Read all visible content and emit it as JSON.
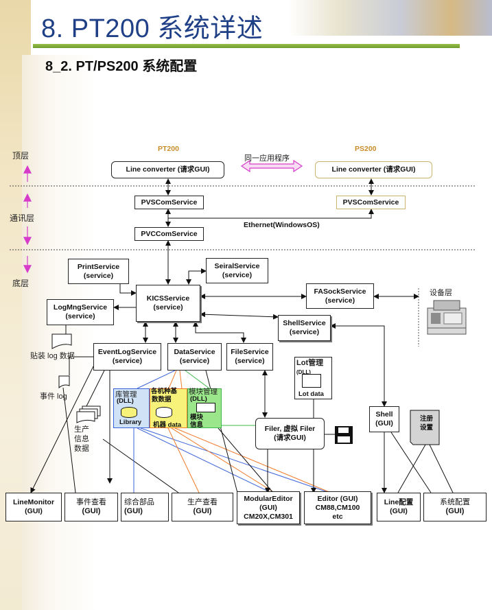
{
  "header": {
    "title": "8. PT200 系统详述",
    "subtitle": "8_2. PT/PS200 系统配置"
  },
  "layers": {
    "top": "顶层",
    "comm": "通讯层",
    "bottom": "底层"
  },
  "top_row": {
    "pt200": "PT200",
    "ps200": "PS200",
    "line_conv_left": "Line converter (请求GUI)",
    "line_conv_right": "Line converter (请求GUI)",
    "same_app": "同一应用程序"
  },
  "comm_row": {
    "pvscom_left": "PVSComService",
    "pvscom_right": "PVSComService",
    "pvccom": "PVCComService",
    "ethernet": "Ethernet(WindowsOS)"
  },
  "services": {
    "print": [
      "PrintService",
      "(service)"
    ],
    "serial": [
      "SeiralService",
      "(service)"
    ],
    "kics": [
      "KICSService",
      "(service)"
    ],
    "fasock": [
      "FASockService",
      "(service)"
    ],
    "logging": [
      "LogMngService",
      "(service)"
    ],
    "shell": [
      "ShellService",
      "(service)"
    ],
    "eventlog": [
      "EventLogService",
      "(service)"
    ],
    "data": [
      "DataService",
      "(service)"
    ],
    "file": [
      "FileService",
      "(service)"
    ]
  },
  "misc": {
    "device_layer": "设备层",
    "mount_log": "贴装 log 数据",
    "event_log": "事件 log",
    "prod_info": [
      "生产",
      "信息",
      "数据"
    ],
    "lib_mgmt": "库管理",
    "dll": "(DLL)",
    "library": "Library",
    "machine_type": "各机种基",
    "data_kind": "数数据",
    "machine_data": "机器 data",
    "module_mgmt": "模块管理",
    "module_dll": "(DLL)",
    "module_data1": "模块",
    "module_data2": "信息",
    "lot_mgmt": "Lot管理",
    "lot_dll": "(DLL)",
    "lot_data": "Lot data",
    "filer": [
      "Filer, 虚拟 Filer",
      "(请求GUI)"
    ],
    "shell_gui": [
      "Shell",
      "(GUI)"
    ],
    "register_setting": [
      "注册",
      "设置"
    ]
  },
  "bottom_row": {
    "line_monitor": [
      "LineMonitor",
      "(GUI)"
    ],
    "event_view": [
      "事件查看",
      "(GUI)"
    ],
    "parts": [
      "综合部品",
      "(GUI)"
    ],
    "prod_view": [
      "生产查看",
      "(GUI)"
    ],
    "modular_editor": [
      "ModularEditor",
      "(GUI)",
      "CM20X,CM301"
    ],
    "editor": [
      "Editor (GUI)",
      "CM88,CM100",
      "etc"
    ],
    "line_config": [
      "Line配置",
      "(GUI)"
    ],
    "sys_config": [
      "系统配置",
      "(GUI)"
    ]
  },
  "colors": {
    "title": "#1f3f86",
    "arrow_pink": "#d63cc9",
    "line_blue": "#3b63d9",
    "line_orange": "#f07a2a",
    "line_green": "#3db84a",
    "lib_blue": "#cfe2f6",
    "data_yellow": "#f6f27a",
    "module_green": "#9be68a"
  }
}
